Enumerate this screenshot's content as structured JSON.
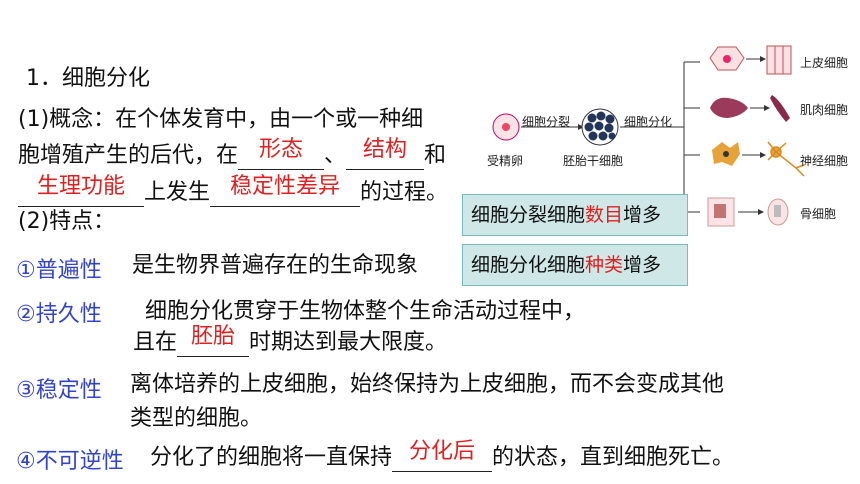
{
  "heading": "1．细胞分化",
  "concept": {
    "label": "(1)概念：",
    "line1": "在个体发育中，由一个或一种细",
    "line2_a": "胞增殖产生的后代，在",
    "blank1": "形态",
    "sep1": "、",
    "blank2": "结构",
    "line2_b": "和",
    "blank3": "生理功能",
    "line3_a": "上发生",
    "blank4": "稳定性差异",
    "line3_b": "的过程。"
  },
  "features_label": "(2)特点：",
  "features": [
    {
      "label": "①普遍性",
      "text": "是生物界普遍存在的生命现象"
    },
    {
      "label": "②持久性",
      "text": "细胞分化贯穿于生物体整个生命活动过程中，",
      "text2_a": "且在",
      "blank": "胚胎",
      "text2_b": "时期达到最大限度。"
    },
    {
      "label": "③稳定性",
      "text": "离体培养的上皮细胞，始终保持为上皮细胞，而不会变成其他",
      "text2": "类型的细胞。"
    },
    {
      "label": "④不可逆性",
      "text_a": "分化了的细胞将一直保持",
      "blank": "分化后",
      "text_b": "的状态，直到细胞死亡。"
    }
  ],
  "callouts": [
    {
      "a": "细胞分裂细胞",
      "b": "数目",
      "c": "增多"
    },
    {
      "a": "细胞分化细胞",
      "b": "种类",
      "c": "增多"
    }
  ],
  "diagram": {
    "zygote": "受精卵",
    "division": "细胞分裂",
    "stem": "胚胎干细胞",
    "differentiation": "细胞分化",
    "cells": [
      "上皮细胞",
      "肌肉细胞",
      "神经细胞",
      "骨细胞"
    ]
  }
}
